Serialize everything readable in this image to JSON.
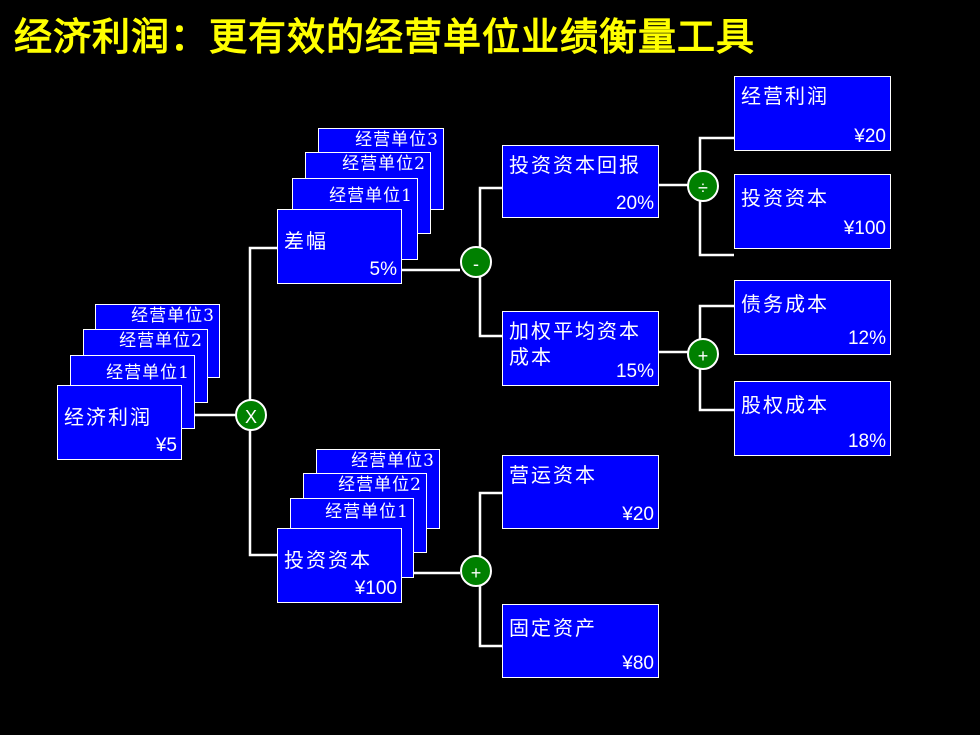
{
  "title": "经济利润：更有效的经营单位业绩衡量工具",
  "nodes": {
    "economic_profit": {
      "label": "经济利润",
      "value": "¥5"
    },
    "margin": {
      "label": "差幅",
      "value": "5%"
    },
    "invested_capital": {
      "label": "投资资本",
      "value": "¥100"
    },
    "roic": {
      "label": "投资资本回报",
      "value": "20%"
    },
    "wacc": {
      "label": "加权平均资本成本",
      "value": "15%"
    },
    "operating_profit": {
      "label": "经营利润",
      "value": "¥20"
    },
    "invested_capital_r": {
      "label": "投资资本",
      "value": "¥100"
    },
    "debt_cost": {
      "label": "债务成本",
      "value": "12%"
    },
    "equity_cost": {
      "label": "股权成本",
      "value": "18%"
    },
    "working_capital": {
      "label": "营运资本",
      "value": "¥20"
    },
    "fixed_assets": {
      "label": "固定资产",
      "value": "¥80"
    }
  },
  "units": {
    "u1": "经营单位1",
    "u2": "经营单位2",
    "u3": "经营单位3"
  },
  "operators": {
    "multiply": "X",
    "minus": "-",
    "plus": "+",
    "divide": "÷"
  }
}
